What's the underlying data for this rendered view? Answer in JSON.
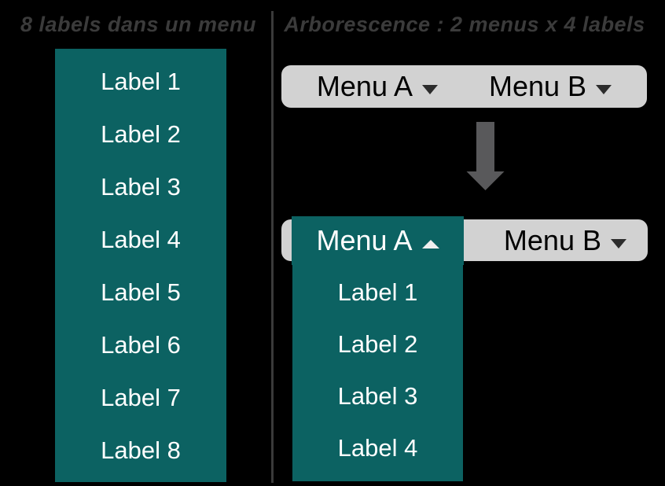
{
  "colors": {
    "background": "#000000",
    "menu_teal": "#0c6262",
    "menubar_gray": "#d2d2d2",
    "title_gray": "#3b3b3b",
    "arrow_gray": "#59595b",
    "menu_text_black": "#000000",
    "label_text_white": "#ffffff"
  },
  "left_section": {
    "title": "8 labels dans un menu",
    "menu": {
      "items": [
        "Label 1",
        "Label 2",
        "Label 3",
        "Label 4",
        "Label 5",
        "Label 6",
        "Label 7",
        "Label 8"
      ]
    }
  },
  "right_section": {
    "title": "Arborescence : 2 menus x 4 labels",
    "closed_menubar": {
      "menu_a": "Menu A",
      "menu_b": "Menu B",
      "menu_a_icon": "chevron-down",
      "menu_b_icon": "chevron-down"
    },
    "transition_icon": "block-arrow-down",
    "open_menubar": {
      "menu_a": "Menu A",
      "menu_b": "Menu B",
      "menu_a_icon": "chevron-up",
      "menu_b_icon": "chevron-down",
      "open_menu": "Menu A",
      "dropdown_items": [
        "Label 1",
        "Label 2",
        "Label 3",
        "Label 4"
      ]
    }
  }
}
